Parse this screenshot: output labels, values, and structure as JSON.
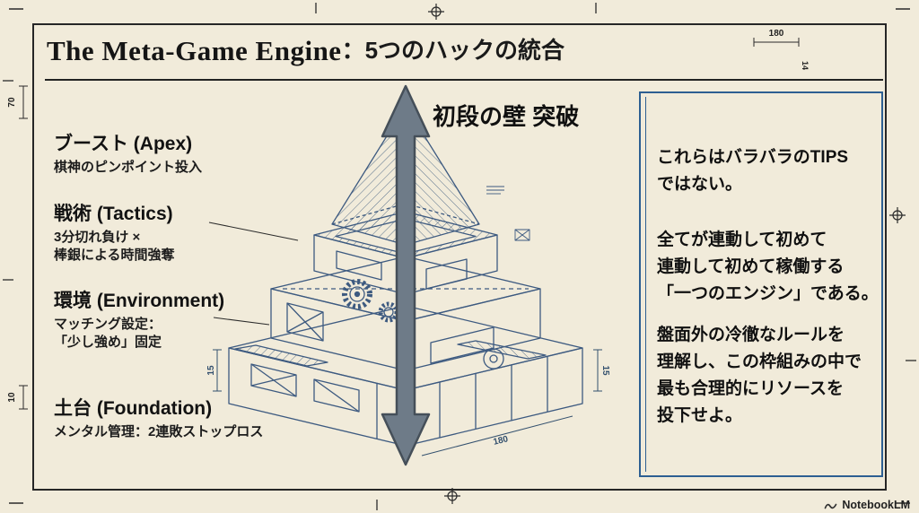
{
  "title": {
    "en": "The Meta-Game Engine",
    "ja": "：5つのハックの統合"
  },
  "arrow_label": "初段の壁 突破",
  "labels": [
    {
      "heading": "ブースト (Apex)",
      "sub": [
        "棋神のピンポイント投入"
      ]
    },
    {
      "heading": "戦術 (Tactics)",
      "sub": [
        "3分切れ負け ×",
        "棒銀による時間強奪"
      ]
    },
    {
      "heading": "環境 (Environment)",
      "sub": [
        "マッチング設定：",
        "「少し強め」固定"
      ]
    },
    {
      "heading": "土台 (Foundation)",
      "sub": [
        "メンタル管理：2連敗ストップロス"
      ]
    }
  ],
  "panel": {
    "paragraphs": [
      [
        "これらはバラバラのTIPS",
        "ではない。"
      ],
      [
        "全てが連動して初めて",
        "連動して初めて稼働する",
        "「一つのエンジン」である。"
      ],
      [
        "盤面外の冷徹なルールを",
        "理解し、この枠組みの中で",
        "最も合理的にリソースを",
        "投下せよ。"
      ]
    ]
  },
  "annotations": {
    "dim_top_right": "180",
    "dim_right_side": "14",
    "dim_left_upper": "70",
    "dim_left_lower": "10",
    "dim_base_left": "15",
    "dim_base_right": "15",
    "dim_base_front": "180"
  },
  "footer": {
    "brand": "NotebookLM"
  },
  "colors": {
    "background": "#f1ebda",
    "ink": "#1a1a1a",
    "blueprint_line": "#3d5a80",
    "panel_border": "#2d5f92",
    "arrow_fill": "#6e7b88",
    "arrow_stroke": "#454f59"
  }
}
